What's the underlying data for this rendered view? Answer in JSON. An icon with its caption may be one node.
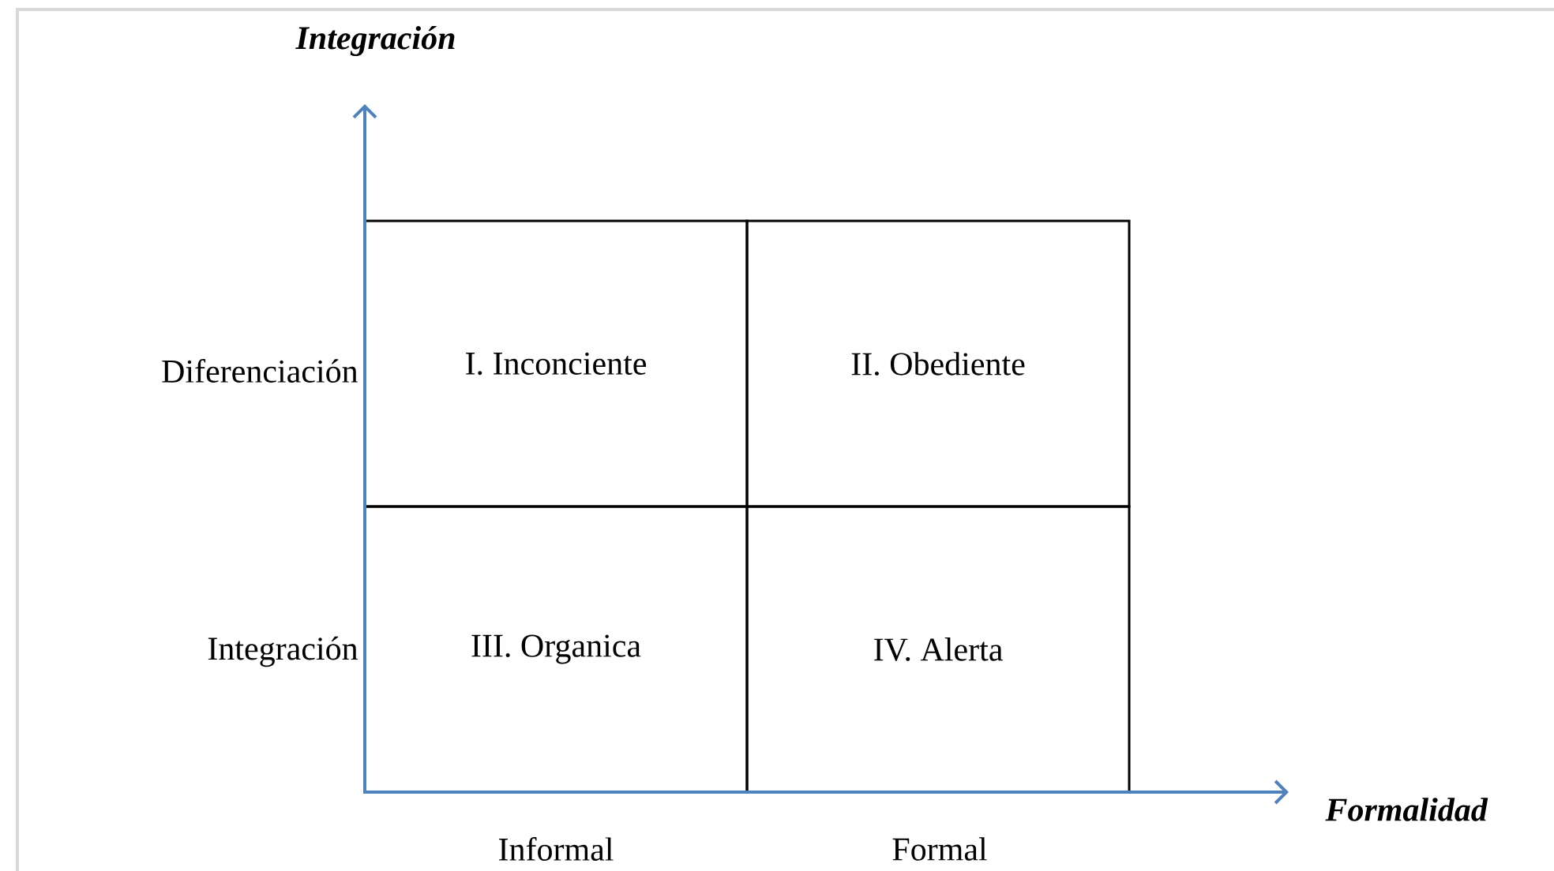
{
  "diagram": {
    "nodes": [
      {
        "text": [
          "I. Inconciente"
        ]
      },
      {
        "text": [
          "II. Obediente"
        ]
      },
      {
        "text": [
          "III. Organica"
        ]
      },
      {
        "text": [
          "IV. Alerta"
        ]
      }
    ],
    "labels": [
      "Integración",
      "Diferenciación",
      "Integración",
      "Formalidad",
      "Informal",
      "Formal"
    ]
  }
}
